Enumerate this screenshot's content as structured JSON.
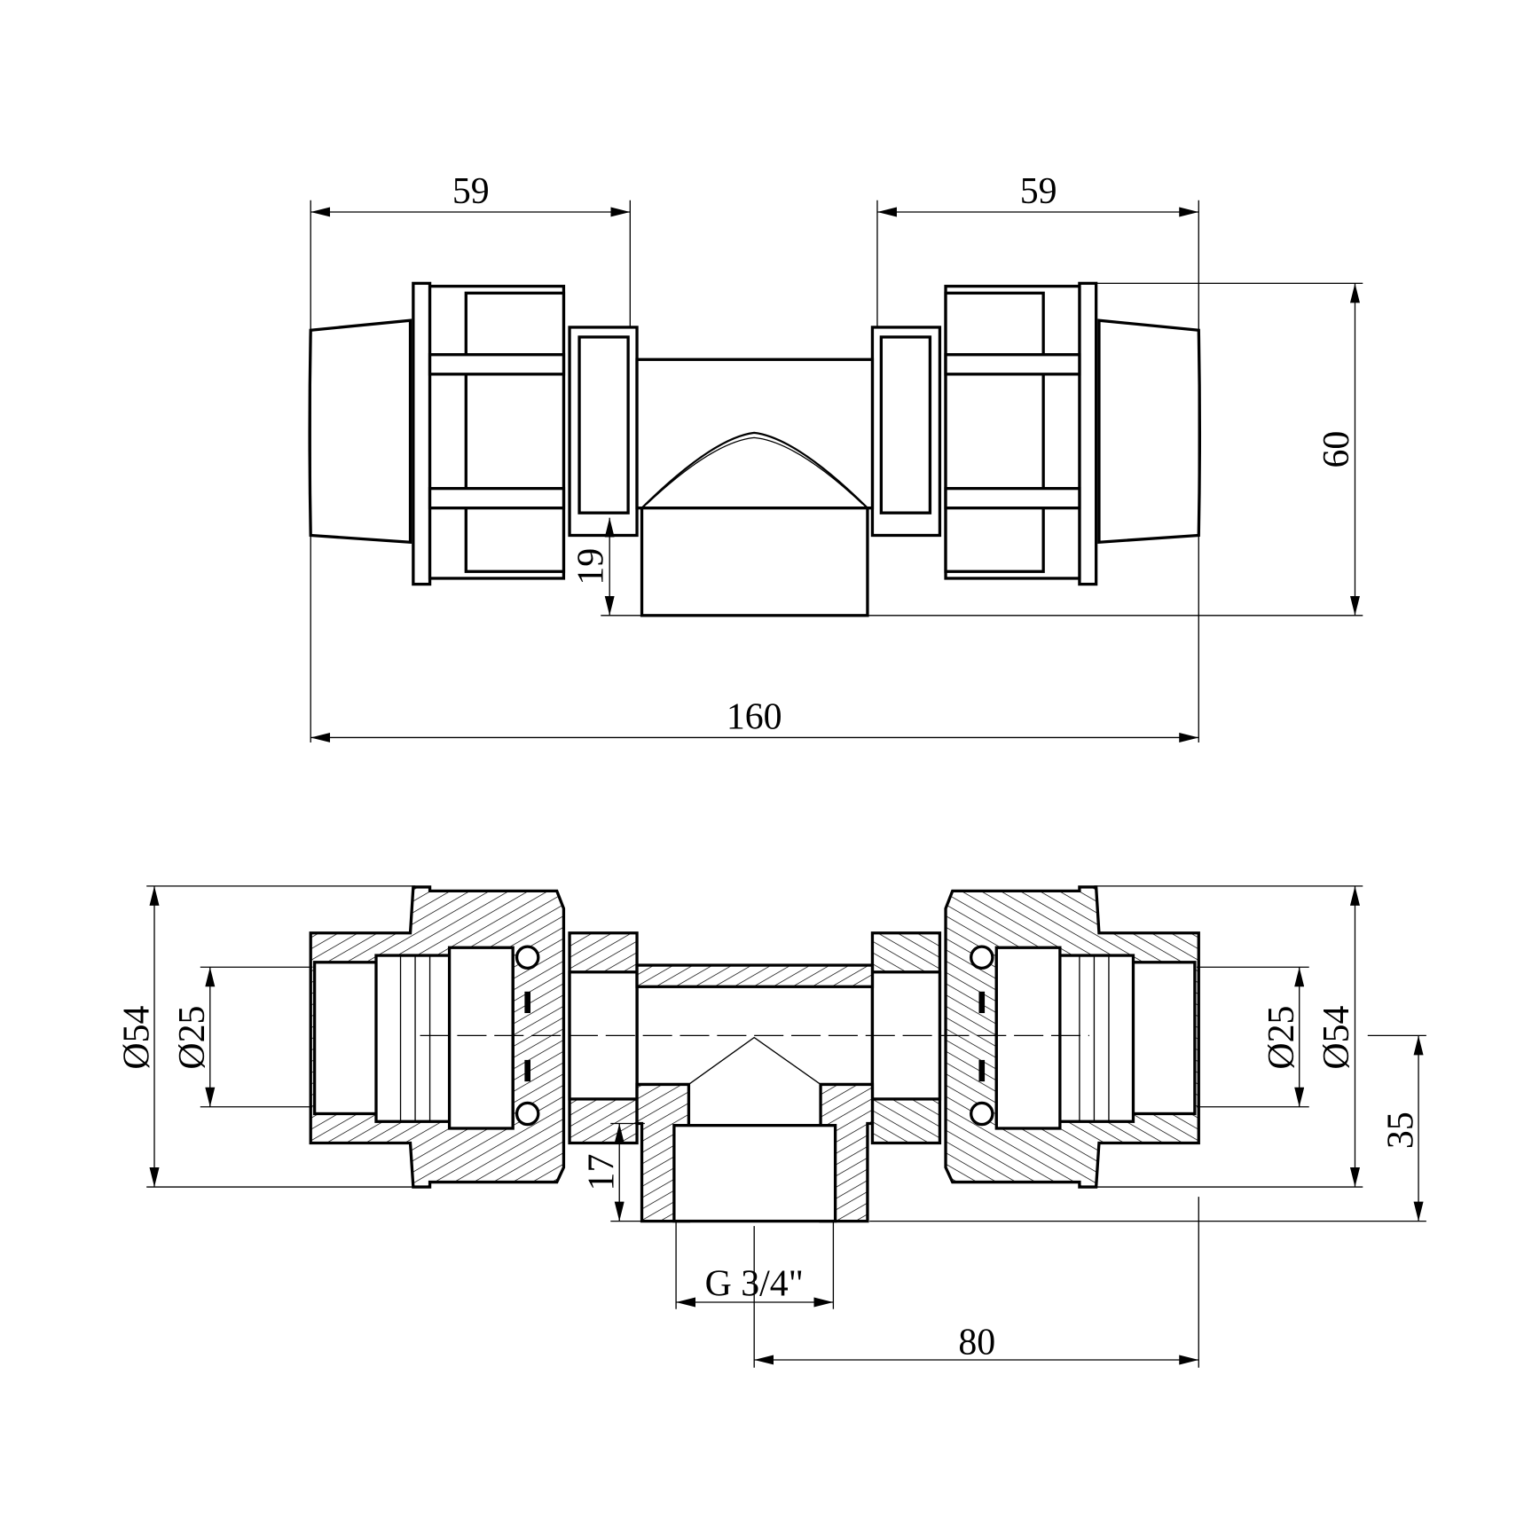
{
  "top_view": {
    "dims": {
      "left_length": "59",
      "right_length": "59",
      "total_length": "160",
      "height": "60",
      "branch_offset": "19"
    }
  },
  "section_view": {
    "dims": {
      "outer_diameter_left": "Ø54",
      "inner_diameter_left": "Ø25",
      "inner_diameter_right": "Ø25",
      "outer_diameter_right": "Ø54",
      "center_height": "35",
      "branch_depth": "17",
      "thread": "G 3/4\"",
      "half_length": "80"
    }
  }
}
